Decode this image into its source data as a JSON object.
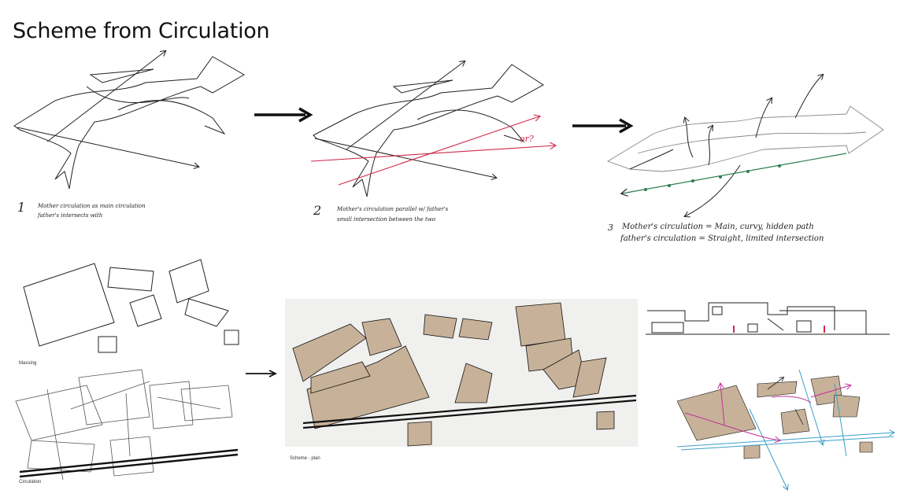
{
  "title": "Scheme from Circulation",
  "notes": {
    "step1_num": "1",
    "step1_line1": "Mother circulation as main circulation",
    "step1_line2": "father's intersects with",
    "step2_num": "2",
    "step2_line1": "Mother's circulation parallel w/ father's",
    "step2_line2": "small intersection between the two",
    "step2_or": "or?",
    "step3_num": "3",
    "step3_line1": "Mother's circulation = Main, curvy, hidden path",
    "step3_line2": "father's circulation = Straight, limited intersection"
  },
  "captions": {
    "massing": "Massing",
    "circulation": "Circulation",
    "scheme_plan": "Scheme - plan"
  },
  "colors": {
    "ink": "#222222",
    "red": "#d0284a",
    "green": "#2f7d4f",
    "blue": "#3aa0c8",
    "magenta": "#c2309a",
    "tan": "#c7b299",
    "panel_bg": "#f0f0ee"
  }
}
